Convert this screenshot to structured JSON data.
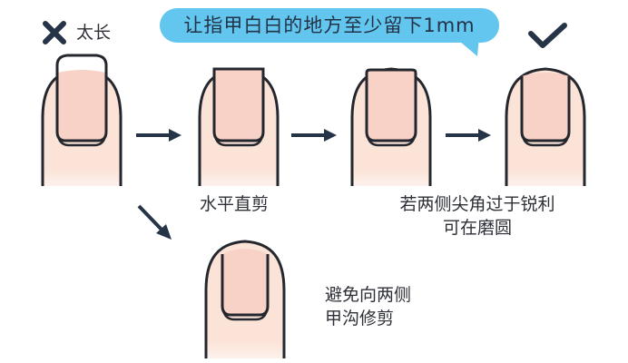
{
  "callout": {
    "text": "让指甲白白的地方至少留下1mm",
    "color": "#62c6ee",
    "text_color": "#233247"
  },
  "steps": [
    {
      "id": "too-long",
      "mark": "cross-icon",
      "caption": "太长"
    },
    {
      "id": "cut-straight",
      "caption": "水平直剪"
    },
    {
      "id": "round-corners",
      "caption_lines": [
        "若两侧尖角过于锐利",
        "可在磨圆"
      ]
    },
    {
      "id": "correct",
      "mark": "check-icon"
    },
    {
      "id": "avoid-sides",
      "caption_lines": [
        "避免向两侧",
        "甲沟修剪"
      ]
    }
  ],
  "colors": {
    "skin": "#fbe3d8",
    "nail": "#f8d2c7",
    "nail_tip": "#ffffff",
    "outline": "#25272f",
    "icon": "#263447"
  }
}
